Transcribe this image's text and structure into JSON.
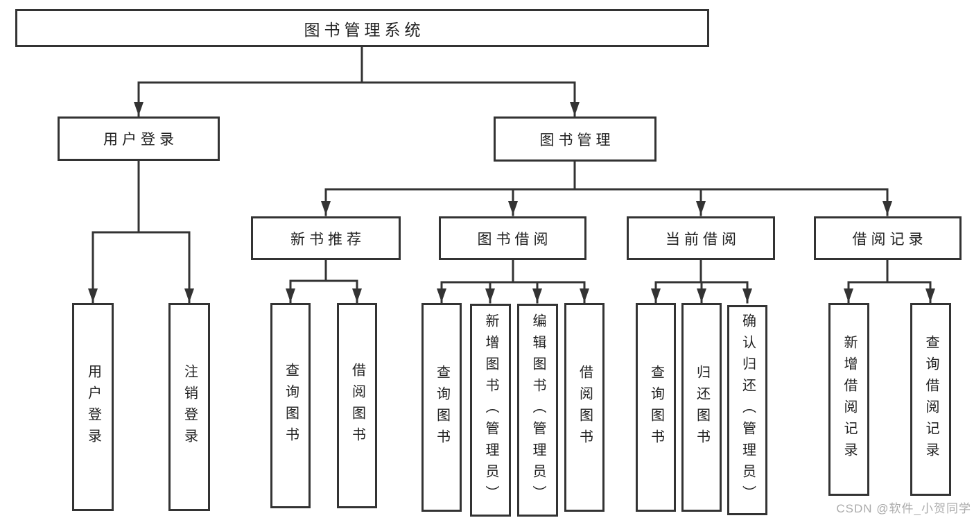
{
  "tree": {
    "root": {
      "label": "图书管理系统"
    },
    "branches": [
      {
        "label": "用户登录",
        "children": [
          {
            "label": "用户登录"
          },
          {
            "label": "注销登录"
          }
        ]
      },
      {
        "label": "图书管理",
        "children": [
          {
            "label": "新书推荐",
            "children": [
              {
                "label": "查询图书"
              },
              {
                "label": "借阅图书"
              }
            ]
          },
          {
            "label": "图书借阅",
            "children": [
              {
                "label": "查询图书"
              },
              {
                "label": "新增图书（管理员）"
              },
              {
                "label": "编辑图书（管理员）"
              },
              {
                "label": "借阅图书"
              }
            ]
          },
          {
            "label": "当前借阅",
            "children": [
              {
                "label": "查询图书"
              },
              {
                "label": "归还图书"
              },
              {
                "label": "确认归还（管理员）"
              }
            ]
          },
          {
            "label": "借阅记录",
            "children": [
              {
                "label": "新增借阅记录"
              },
              {
                "label": "查询借阅记录"
              }
            ]
          }
        ]
      }
    ]
  },
  "watermark": {
    "text": "CSDN @软件_小贺同学",
    "color": "#ababab"
  },
  "colors": {
    "line": "#333333",
    "box_border": "#333333",
    "text": "#222222",
    "background": "#ffffff"
  }
}
